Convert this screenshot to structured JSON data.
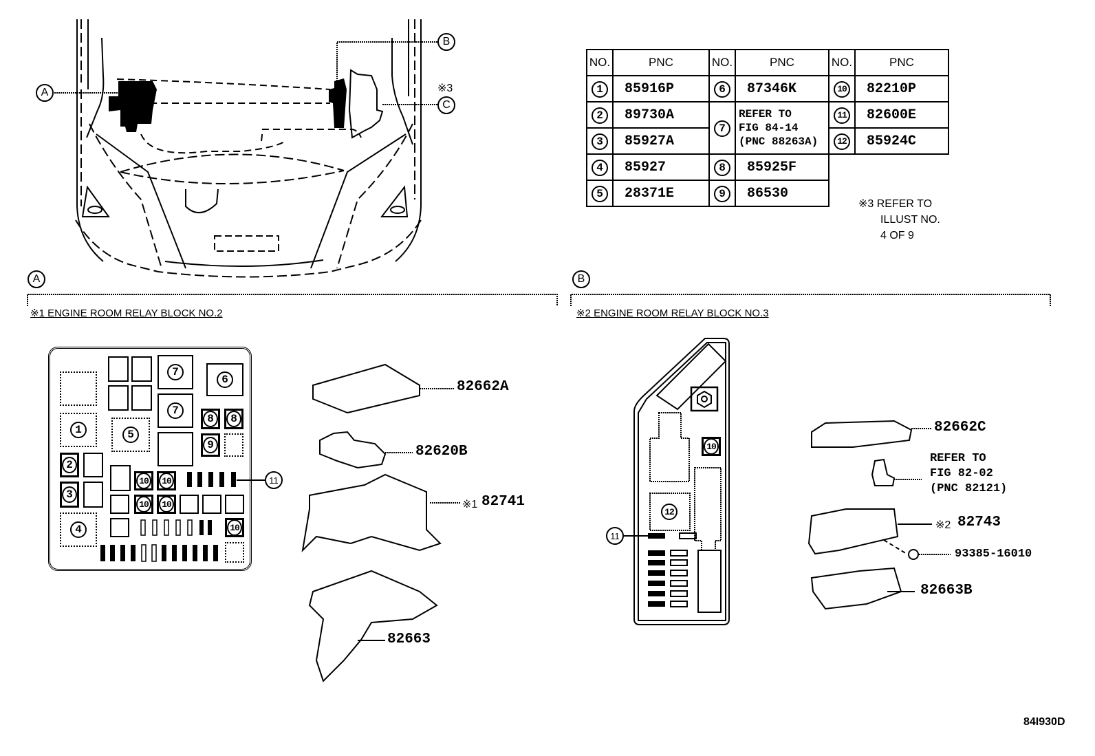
{
  "overview": {
    "callouts": [
      "A",
      "B",
      "C"
    ],
    "note_marker": "※3"
  },
  "pnc_table": {
    "headers": {
      "no": "NO.",
      "pnc": "PNC"
    },
    "rows": [
      {
        "no": "1",
        "pnc": "85916P"
      },
      {
        "no": "2",
        "pnc": "89730A"
      },
      {
        "no": "3",
        "pnc": "85927A"
      },
      {
        "no": "4",
        "pnc": "85927"
      },
      {
        "no": "5",
        "pnc": "28371E"
      },
      {
        "no": "6",
        "pnc": "87346K"
      },
      {
        "no": "7",
        "pnc": "REFER TO\nFIG 84-14\n(PNC 88263A)",
        "lines": [
          "REFER TO",
          "FIG 84-14",
          "(PNC 88263A)"
        ]
      },
      {
        "no": "8",
        "pnc": "85925F"
      },
      {
        "no": "9",
        "pnc": "86530"
      },
      {
        "no": "10",
        "pnc": "82210P"
      },
      {
        "no": "11",
        "pnc": "82600E"
      },
      {
        "no": "12",
        "pnc": "85924C"
      }
    ]
  },
  "note3": {
    "lines": [
      "※3 REFER TO",
      "ILLUST NO.",
      "4 OF 9"
    ]
  },
  "section_a": {
    "marker": "A",
    "title": "※1 ENGINE ROOM RELAY BLOCK NO.2",
    "block_labels": {
      "n1": "1",
      "n2": "2",
      "n3": "3",
      "n4": "4",
      "n5": "5",
      "n6": "6",
      "n7": "7",
      "n8": "8",
      "n9": "9",
      "n10": "10",
      "n11": "11"
    },
    "parts": [
      {
        "prefix": "",
        "pnc": "82662A"
      },
      {
        "prefix": "",
        "pnc": "82620B"
      },
      {
        "prefix": "※1",
        "pnc": "82741"
      },
      {
        "prefix": "",
        "pnc": "82663"
      }
    ]
  },
  "section_b": {
    "marker": "B",
    "title": "※2 ENGINE ROOM RELAY BLOCK NO.3",
    "block_labels": {
      "n10": "10",
      "n11": "11",
      "n12": "12"
    },
    "parts": [
      {
        "prefix": "",
        "pnc": "82662C"
      },
      {
        "prefix": "",
        "pnc": "REFER TO",
        "lines": [
          "REFER TO",
          "FIG 82-02",
          "(PNC 82121)"
        ]
      },
      {
        "prefix": "※2",
        "pnc": "82743"
      },
      {
        "prefix": "",
        "pnc": "93385-16010"
      },
      {
        "prefix": "",
        "pnc": "82663B"
      }
    ]
  },
  "figure_id": "84I930D"
}
